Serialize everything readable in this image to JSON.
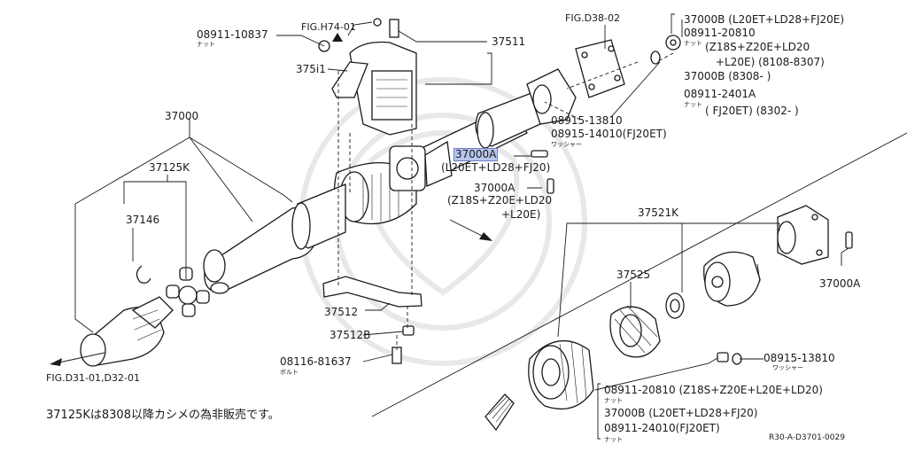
{
  "diagram": {
    "footnote": "37125Kは8308以降カシメの為非販売です。",
    "code": "R30-A-D3701-0029"
  },
  "labels": {
    "p08911_10837": "08911-10837",
    "nut_1": "ナット",
    "fig_h74": "FIG.H74-01",
    "p37511_a": "37511",
    "p37511_b": "375i1",
    "fig_d38": "FIG.D38-02",
    "r1": "37000B (L20ET+LD28+FJ20E)",
    "r2": "08911-20810",
    "nut_2": "ナット",
    "r3": "(Z18S+Z20E+LD20",
    "r4": "+L20E) (8108-8307)",
    "r5": "37000B (8308-   )",
    "r6": "08911-2401A",
    "nut_3": "ナット",
    "r7": "( FJ20ET) (8302-     )",
    "p37000": "37000",
    "p37125k": "37125K",
    "p37146": "37146",
    "w1": "08915-13810",
    "w2": "08915-14010(FJ20ET)",
    "washer_1": "ワッシャー",
    "p37000a_hl": "37000A",
    "c1": "(L20ET+LD28+FJ20)",
    "p37000a_2": "37000A",
    "c2": "(Z18S+Z20E+LD20",
    "c3": "+L20E)",
    "p37521k": "37521K",
    "p37525": "37525",
    "p37000a_3": "37000A",
    "p37512": "37512",
    "p37512b": "37512B",
    "p08116": "08116-81637",
    "bolt": "ボルト",
    "p08915_b": "08915-13810",
    "washer_2": "ワッシャー",
    "b1": "08911-20810 (Z18S+Z20E+L20E+LD20)",
    "nut_4": "ナット",
    "b2": "37000B (L20ET+LD28+FJ20)",
    "b3": "08911-24010(FJ20ET)",
    "nut_5": "ナット",
    "fig_d31": "FIG.D31-01,D32-01"
  }
}
